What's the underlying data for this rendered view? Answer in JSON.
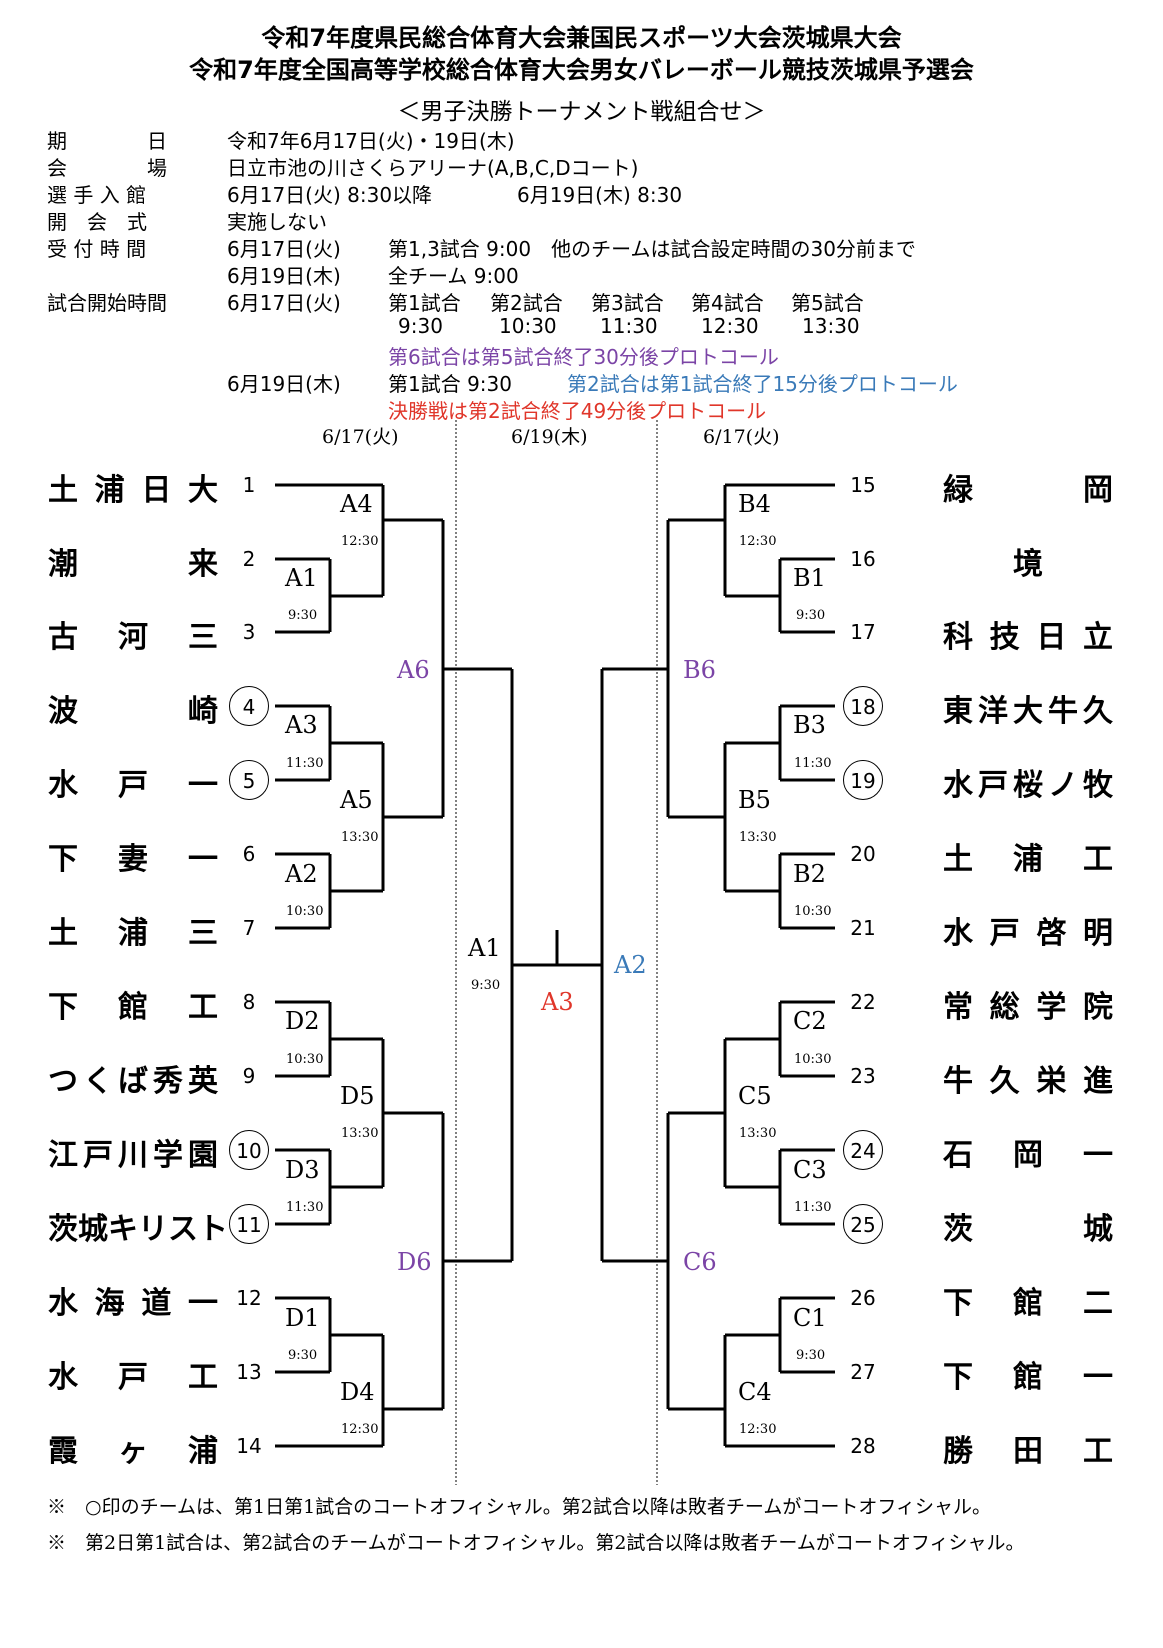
{
  "header": {
    "title1": "令和7年度県民総合体育大会兼国民スポーツ大会茨城県大会",
    "title2": "令和7年度全国高等学校総合体育大会男女バレーボール競技茨城県予選会",
    "subtitle": "＜男子決勝トーナメント戦組合せ＞"
  },
  "info": {
    "date_label": "期　　　　日",
    "date_value": "令和7年6月17日(火)・19日(木)",
    "venue_label": "会　　　　場",
    "venue_value": "日立市池の川さくらアリーナ(A,B,C,Dコート)",
    "entry_label": "選 手 入 館",
    "entry_value1": "6月17日(火) 8:30以降",
    "entry_value2": "6月19日(木) 8:30",
    "opening_label": "開　会　式",
    "opening_value": "実施しない",
    "reception_label": "受 付 時 間",
    "reception_day1": "6月17日(火)",
    "reception_day1_text": "第1,3試合 9:00　他のチームは試合設定時間の30分前まで",
    "reception_day2": "6月19日(木)",
    "reception_day2_text": "全チーム 9:00",
    "start_label": "試合開始時間",
    "start_day1": "6月17日(火)",
    "start_games": [
      "第1試合",
      "第2試合",
      "第3試合",
      "第4試合",
      "第5試合"
    ],
    "start_times": [
      "9:30",
      "10:30",
      "11:30",
      "12:30",
      "13:30"
    ],
    "game6_note": "第6試合は第5試合終了30分後プロトコール",
    "start_day2": "6月19日(木)",
    "day2_game1": "第1試合 9:30",
    "day2_game2_note": "第2試合は第1試合終了15分後プロトコール",
    "final_note": "決勝戦は第2試合終了49分後プロトコール"
  },
  "dates": {
    "left": "6/17(火)",
    "center": "6/19(木)",
    "right": "6/17(火)"
  },
  "teams_left": [
    {
      "seed": "1",
      "name": "土浦日大",
      "circled": false
    },
    {
      "seed": "2",
      "name": "潮来",
      "circled": false
    },
    {
      "seed": "3",
      "name": "古河三",
      "circled": false
    },
    {
      "seed": "4",
      "name": "波崎",
      "circled": true
    },
    {
      "seed": "5",
      "name": "水戸一",
      "circled": true
    },
    {
      "seed": "6",
      "name": "下妻一",
      "circled": false
    },
    {
      "seed": "7",
      "name": "土浦三",
      "circled": false
    },
    {
      "seed": "8",
      "name": "下館工",
      "circled": false
    },
    {
      "seed": "9",
      "name": "つくば秀英",
      "circled": false
    },
    {
      "seed": "10",
      "name": "江戸川学園",
      "circled": true
    },
    {
      "seed": "11",
      "name": "茨城キリスト",
      "circled": true
    },
    {
      "seed": "12",
      "name": "水海道一",
      "circled": false
    },
    {
      "seed": "13",
      "name": "水戸工",
      "circled": false
    },
    {
      "seed": "14",
      "name": "霞ヶ浦",
      "circled": false
    }
  ],
  "teams_right": [
    {
      "seed": "15",
      "name": "緑岡",
      "circled": false
    },
    {
      "seed": "16",
      "name": "境",
      "circled": false
    },
    {
      "seed": "17",
      "name": "科技日立",
      "circled": false
    },
    {
      "seed": "18",
      "name": "東洋大牛久",
      "circled": true
    },
    {
      "seed": "19",
      "name": "水戸桜ノ牧",
      "circled": true
    },
    {
      "seed": "20",
      "name": "土浦工",
      "circled": false
    },
    {
      "seed": "21",
      "name": "水戸啓明",
      "circled": false
    },
    {
      "seed": "22",
      "name": "常総学院",
      "circled": false
    },
    {
      "seed": "23",
      "name": "牛久栄進",
      "circled": false
    },
    {
      "seed": "24",
      "name": "石岡一",
      "circled": true
    },
    {
      "seed": "25",
      "name": "茨城",
      "circled": true
    },
    {
      "seed": "26",
      "name": "下館二",
      "circled": false
    },
    {
      "seed": "27",
      "name": "下館一",
      "circled": false
    },
    {
      "seed": "28",
      "name": "勝田工",
      "circled": false
    }
  ],
  "matches": {
    "A1": {
      "code": "A1",
      "time": "9:30"
    },
    "A2": {
      "code": "A2",
      "time": "10:30"
    },
    "A3": {
      "code": "A3",
      "time": "11:30"
    },
    "A4": {
      "code": "A4",
      "time": "12:30"
    },
    "A5": {
      "code": "A5",
      "time": "13:30"
    },
    "A6": {
      "code": "A6"
    },
    "D1": {
      "code": "D1",
      "time": "9:30"
    },
    "D2": {
      "code": "D2",
      "time": "10:30"
    },
    "D3": {
      "code": "D3",
      "time": "11:30"
    },
    "D4": {
      "code": "D4",
      "time": "12:30"
    },
    "D5": {
      "code": "D5",
      "time": "13:30"
    },
    "D6": {
      "code": "D6"
    },
    "B1": {
      "code": "B1",
      "time": "9:30"
    },
    "B2": {
      "code": "B2",
      "time": "10:30"
    },
    "B3": {
      "code": "B3",
      "time": "11:30"
    },
    "B4": {
      "code": "B4",
      "time": "12:30"
    },
    "B5": {
      "code": "B5",
      "time": "13:30"
    },
    "B6": {
      "code": "B6"
    },
    "C1": {
      "code": "C1",
      "time": "9:30"
    },
    "C2": {
      "code": "C2",
      "time": "10:30"
    },
    "C3": {
      "code": "C3",
      "time": "11:30"
    },
    "C4": {
      "code": "C4",
      "time": "12:30"
    },
    "C5": {
      "code": "C5",
      "time": "13:30"
    },
    "C6": {
      "code": "C6"
    },
    "SF_A1": {
      "code": "A1",
      "time": "9:30"
    },
    "SF_A2": {
      "code": "A2"
    },
    "FINAL_A3": {
      "code": "A3"
    }
  },
  "notes": [
    "※　○印のチームは、第1日第1試合のコートオフィシャル。第2試合以降は敗者チームがコートオフィシャル。",
    "※　第2日第1試合は、第2試合のチームがコートオフィシャル。第2試合以降は敗者チームがコートオフィシャル。"
  ],
  "colors": {
    "purple": "#7b44a6",
    "blue": "#3a7ab8",
    "red": "#e0362a",
    "line": "#000000"
  }
}
